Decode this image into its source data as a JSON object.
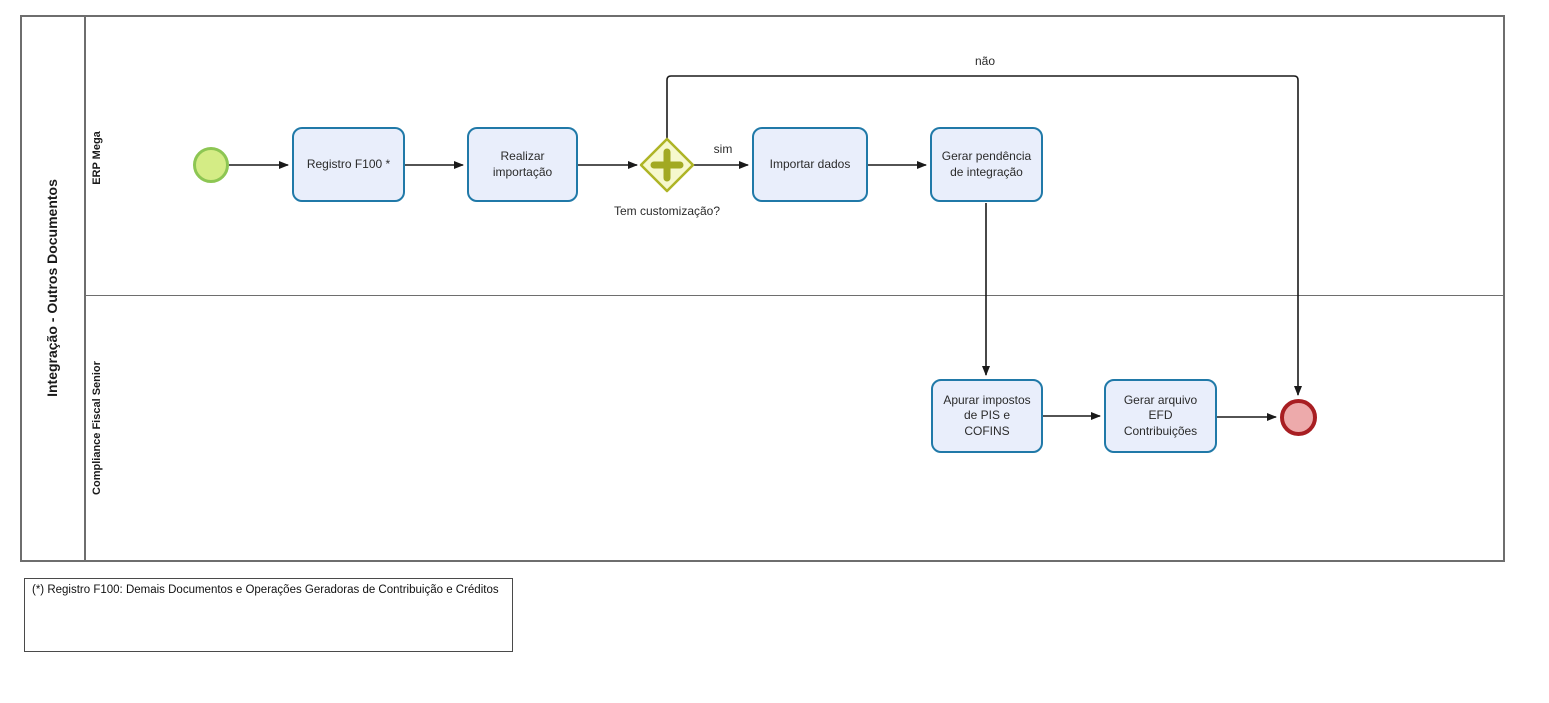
{
  "pool": {
    "title": "Integração - Outros Documentos",
    "lanes": [
      {
        "name": "ERP Mega"
      },
      {
        "name": "Compliance Fiscal Senior"
      }
    ]
  },
  "process": {
    "start_event": {
      "type": "start-event"
    },
    "tasks": [
      {
        "id": "registro-f100",
        "label": "Registro F100 *"
      },
      {
        "id": "realizar-importacao",
        "label": "Realizar importação"
      },
      {
        "id": "importar-dados",
        "label": "Importar dados"
      },
      {
        "id": "gerar-pendencia",
        "label": "Gerar pendência de integração"
      },
      {
        "id": "apurar-impostos",
        "label": "Apurar impostos de PIS e COFINS"
      },
      {
        "id": "gerar-arquivo-efd",
        "label": "Gerar arquivo EFD Contribuições"
      }
    ],
    "gateway": {
      "label": "Tem customização?",
      "type": "parallel-gateway"
    },
    "flow_labels": {
      "yes": "sim",
      "no": "não"
    },
    "end_event": {
      "type": "end-event"
    }
  },
  "note": {
    "text": "(*) Registro F100: Demais Documentos e Operações Geradoras de Contribuição e Créditos"
  },
  "colors": {
    "task_fill": "#e9eefb",
    "task_border": "#2079a8",
    "start_fill": "#d4ec85",
    "start_border": "#8dc653",
    "gateway_fill": "#f6f8cd",
    "gateway_border": "#aeb425",
    "end_fill": "#edaaab",
    "end_border": "#a81e22",
    "line": "#1a1a1a",
    "pool_border": "#6e6e6e"
  }
}
